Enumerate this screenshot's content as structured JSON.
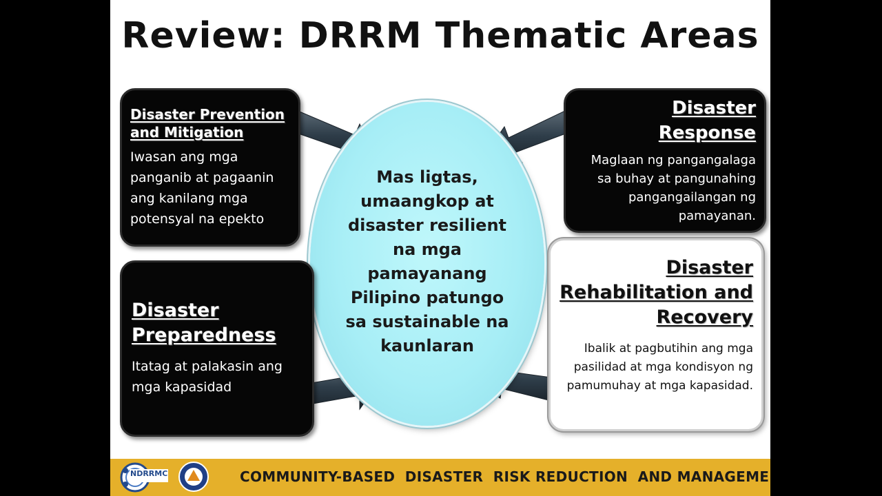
{
  "title": "Review: DRRM Thematic Areas",
  "center": {
    "text": "Mas ligtas, umaangkop at disaster resilient na mga pamayanang Pilipino patungo sa sustainable na kaunlaran"
  },
  "areas": [
    {
      "title": "Disaster Prevention and Mitigation",
      "description": "Iwasan ang mga panganib at pagaanin ang kanilang mga potensyal na epekto"
    },
    {
      "title": "Disaster Response",
      "description": "Maglaan ng pangangalaga sa buhay at pangunahing pangangailangan ng pamayanan."
    },
    {
      "title": "Disaster Preparedness",
      "description": "Itatag at palakasin ang mga kapasidad"
    },
    {
      "title": "Disaster Rehabilitation and Recovery",
      "description": "Ibalik at pagbutihin ang mga pasilidad at mga kondisyon ng pamumuhay at mga kapasidad."
    }
  ],
  "footer": {
    "logo_text": "NDRRMC",
    "text": "COMMUNITY-BASED  DISASTER  RISK REDUCTION  AND MANAGEMENT"
  },
  "colors": {
    "box_dark": "#060606",
    "center_fill": "#a7eef6",
    "footer_bar": "#e5b02a",
    "arrow": "#2e3d49"
  }
}
